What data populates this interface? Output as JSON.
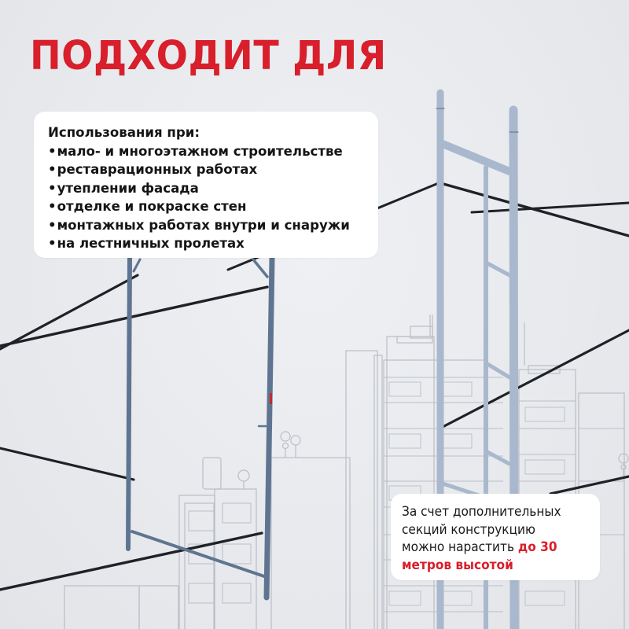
{
  "title": "ПОДХОДИТ ДЛЯ",
  "uses_card": {
    "heading": "Использования при:",
    "bullet_glyph": "•",
    "items": [
      "мало- и многоэтажном строительстве",
      "реставрационных работах",
      "утеплении фасада",
      "отделке и покраске стен",
      "монтажных работах внутри и снаружи",
      "на лестничных пролетах"
    ]
  },
  "height_card": {
    "line1": "За счет дополнительных",
    "line2": "секций конструкцию",
    "line3_plain": "можно нарастить ",
    "line3_accent": "до 30",
    "line4_accent": "метров высотой"
  },
  "colors": {
    "accent": "#d81f2b",
    "background": "#e8eaee",
    "card": "#ffffff",
    "frame_steel": "#5f7490",
    "frame_light": "#a9b8cc",
    "brace": "#1f2329",
    "building_outline": "#b9bdc4"
  }
}
